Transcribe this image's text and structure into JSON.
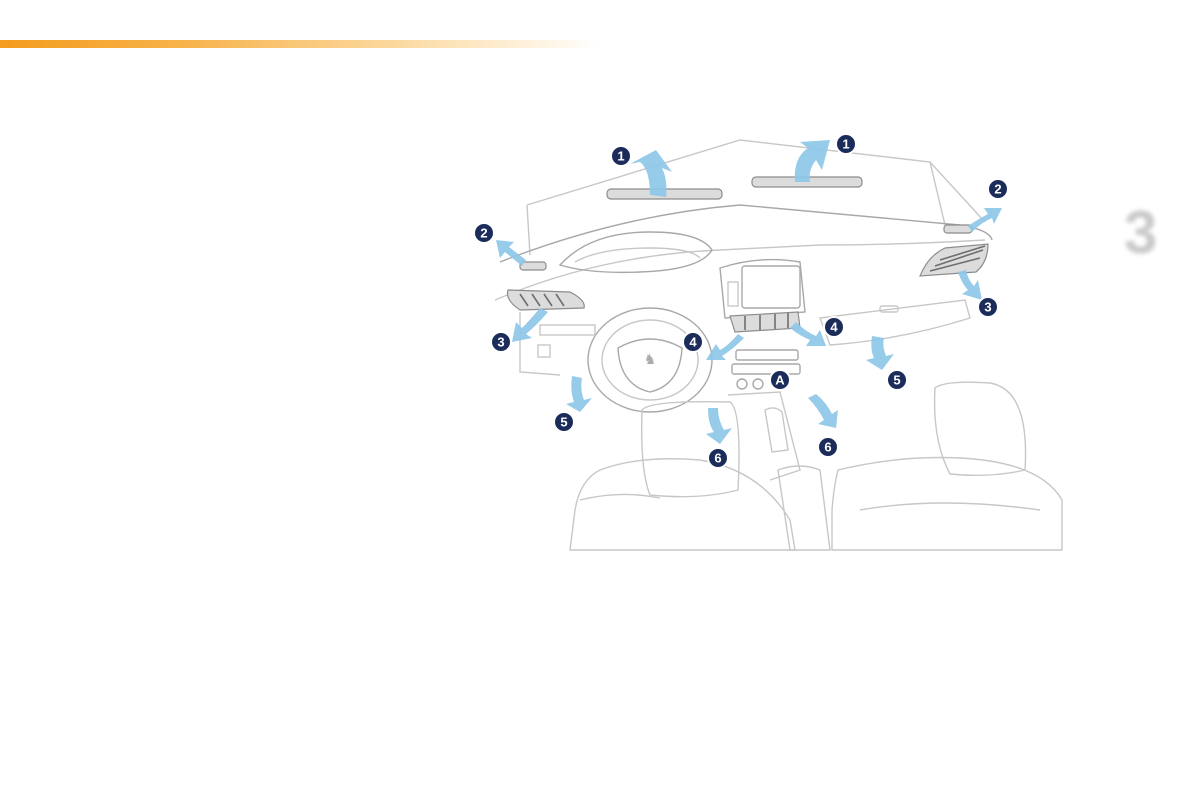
{
  "chapter": {
    "number": "3"
  },
  "illustration": {
    "callouts": [
      {
        "id": "c1a",
        "label": "1"
      },
      {
        "id": "c1b",
        "label": "1"
      },
      {
        "id": "c2a",
        "label": "2"
      },
      {
        "id": "c2b",
        "label": "2"
      },
      {
        "id": "c3a",
        "label": "3"
      },
      {
        "id": "c3b",
        "label": "3"
      },
      {
        "id": "c4a",
        "label": "4"
      },
      {
        "id": "c4b",
        "label": "4"
      },
      {
        "id": "c5a",
        "label": "5"
      },
      {
        "id": "c5b",
        "label": "5"
      },
      {
        "id": "c6a",
        "label": "6"
      },
      {
        "id": "c6b",
        "label": "6"
      },
      {
        "id": "cA",
        "label": "A"
      }
    ],
    "colors": {
      "airflow": "#8ec7e8",
      "badge": "#1b2c5b",
      "accent_bar": "#f39c1d"
    }
  }
}
